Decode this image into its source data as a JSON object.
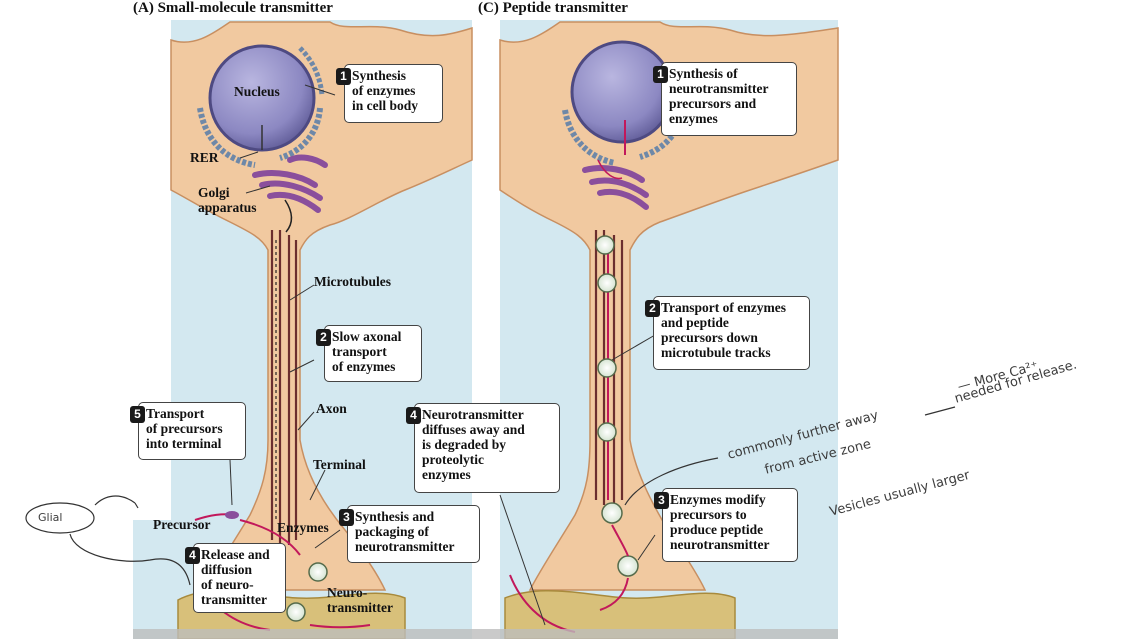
{
  "panels": {
    "a": {
      "title": "(A)  Small-molecule transmitter"
    },
    "c": {
      "title": "(C)  Peptide transmitter"
    }
  },
  "labels_a": {
    "nucleus": "Nucleus",
    "rer": "RER",
    "golgi": "Golgi\napparatus",
    "microtubules": "Microtubules",
    "axon": "Axon",
    "terminal": "Terminal",
    "precursor": "Precursor",
    "enzymes": "Enzymes",
    "neurotransmitter": "Neuro-\ntransmitter"
  },
  "callouts_a": [
    {
      "num": "1",
      "text": "Synthesis\nof enzymes\nin cell body"
    },
    {
      "num": "2",
      "text": "Slow axonal\ntransport\nof enzymes"
    },
    {
      "num": "3",
      "text": "Synthesis and\npackaging of\nneurotransmitter"
    },
    {
      "num": "4",
      "text": "Release and\ndiffusion\nof neuro-\ntransmitter"
    },
    {
      "num": "5",
      "text": "Transport\nof precursors\ninto terminal"
    }
  ],
  "callouts_c": [
    {
      "num": "1",
      "text": "Synthesis of\nneurotransmitter\nprecursors and\nenzymes"
    },
    {
      "num": "2",
      "text": "Transport of enzymes\nand peptide\nprecursors down\nmicrotubule tracks"
    },
    {
      "num": "3",
      "text": "Enzymes modify\nprecursors to\nproduce peptide\nneurotransmitter"
    },
    {
      "num": "4",
      "text": "Neurotransmitter\ndiffuses away and\nis degraded by\nproteolytic\nenzymes"
    }
  ],
  "handwriting": {
    "glial": "Glial",
    "further": "commonly further away",
    "active_zone": "from active zone",
    "more_ca": "— More Ca²⁺",
    "needed": "needed for release.",
    "vesicles": "Vesicles usually larger"
  },
  "colors": {
    "background_panel": "#d3e8f0",
    "cell_body": "#f1c9a0",
    "cell_outline": "#c88f61",
    "nucleus": "#8b87bf",
    "golgi": "#8a4f9c",
    "transport_arrow": "#c2185b",
    "postsynaptic": "#d8c07a",
    "rer": "#6e88a8"
  }
}
